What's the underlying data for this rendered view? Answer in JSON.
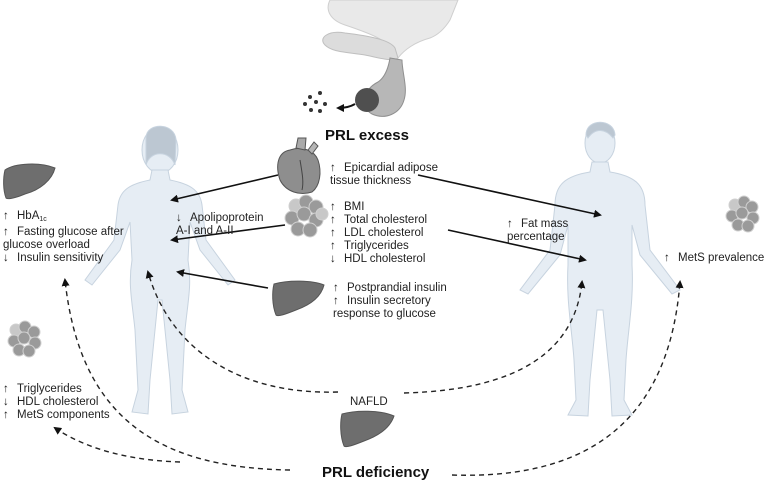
{
  "titles": {
    "excess": "PRL excess",
    "deficiency": "PRL deficiency"
  },
  "arrows": {
    "up": "↑",
    "down": "↓"
  },
  "icons": [
    "pituitary-adenoma-icon",
    "heart-icon",
    "adipose-tissue-icon",
    "liver-icon",
    "female-body-icon",
    "male-body-icon"
  ],
  "colors": {
    "body": "#e6edf4",
    "body_outline": "#c7d3df",
    "organ": "#6e6e6e",
    "arrow": "#111111"
  },
  "female_left": {
    "items": [
      {
        "dir": "up",
        "text": "HbA",
        "sub": "1c"
      },
      {
        "dir": "up",
        "text": "Fasting glucose after"
      },
      {
        "dir": "",
        "text": "glucose overload"
      },
      {
        "dir": "down",
        "text": "Insulin sensitivity"
      }
    ]
  },
  "apolipoprotein": {
    "items": [
      {
        "dir": "down",
        "text": "Apolipoprotein"
      },
      {
        "dir": "",
        "text": "A-I and A-II"
      }
    ]
  },
  "heart_effects": {
    "items": [
      {
        "dir": "up",
        "text": "Epicardial adipose"
      },
      {
        "dir": "",
        "text": "tissue thickness"
      }
    ]
  },
  "adipose_effects": {
    "items": [
      {
        "dir": "up",
        "text": "BMI"
      },
      {
        "dir": "up",
        "text": "Total cholesterol"
      },
      {
        "dir": "up",
        "text": "LDL cholesterol"
      },
      {
        "dir": "up",
        "text": "Triglycerides"
      },
      {
        "dir": "down",
        "text": "HDL cholesterol"
      }
    ]
  },
  "liver_effects": {
    "items": [
      {
        "dir": "up",
        "text": "Postprandial insulin"
      },
      {
        "dir": "up",
        "text": "Insulin secretory"
      },
      {
        "dir": "",
        "text": "response to glucose"
      }
    ]
  },
  "male_effects": {
    "fat": [
      {
        "dir": "up",
        "text": "Fat mass"
      },
      {
        "dir": "",
        "text": "percentage"
      }
    ],
    "mets": [
      {
        "dir": "up",
        "text": "MetS prevalence"
      }
    ]
  },
  "deficiency_effects": {
    "items": [
      {
        "dir": "up",
        "text": "Triglycerides"
      },
      {
        "dir": "down",
        "text": "HDL cholesterol"
      },
      {
        "dir": "up",
        "text": "MetS components"
      }
    ]
  },
  "nafld_label": "NAFLD"
}
